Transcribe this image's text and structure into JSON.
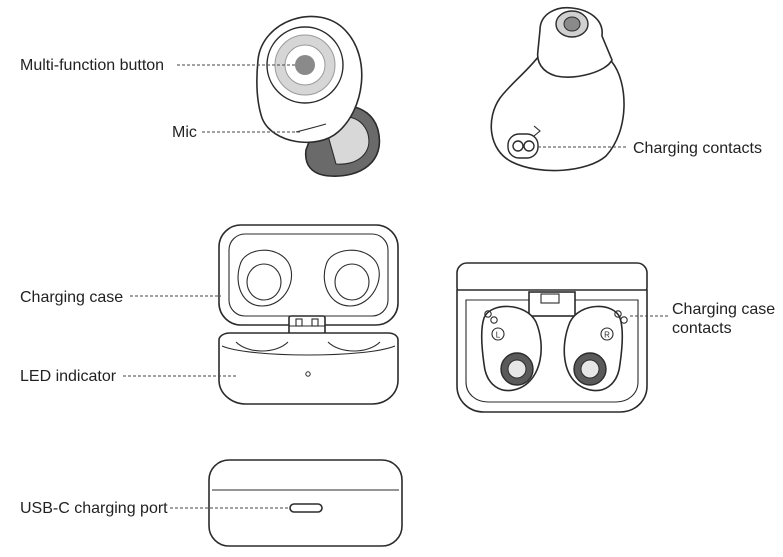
{
  "labels": {
    "multi_function_button": "Multi-function button",
    "mic": "Mic",
    "charging_contacts": "Charging contacts",
    "charging_case": "Charging case",
    "led_indicator": "LED indicator",
    "charging_case_contacts_line1": "Charging case",
    "charging_case_contacts_line2": "contacts",
    "usb_c_charging_port": "USB-C charging port"
  },
  "case_markings": {
    "left": "L",
    "right": "R"
  },
  "colors": {
    "ink": "#2b2b2b",
    "button_ring": "#c8c8c8",
    "button_core": "#7a7a7a",
    "tip_gray": "#d9d9d9",
    "eartip_dark": "#555555"
  }
}
